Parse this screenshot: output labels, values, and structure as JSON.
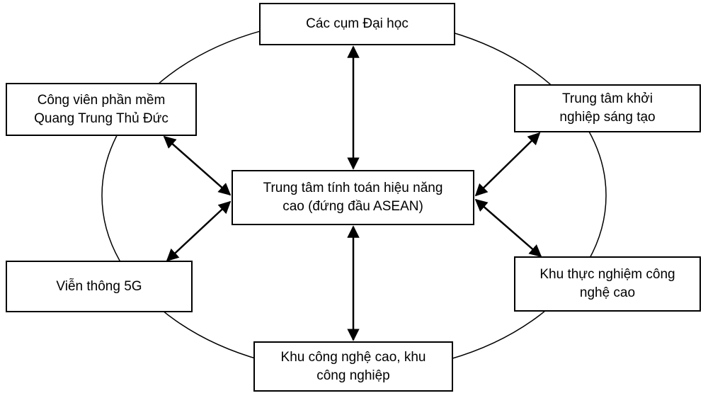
{
  "diagram": {
    "type": "hub-and-ring",
    "center": {
      "id": "center",
      "label": "Trung tâm tính toán hiệu năng\ncao (đứng đầu ASEAN)"
    },
    "nodes": [
      {
        "id": "top",
        "label": "Các cụm Đại học"
      },
      {
        "id": "tl",
        "label": "Công viên phần mềm\nQuang Trung Thủ Đức"
      },
      {
        "id": "tr",
        "label": "Trung tâm khởi\nnghiệp sáng tạo"
      },
      {
        "id": "bl",
        "label": "Viễn thông 5G"
      },
      {
        "id": "br",
        "label": "Khu thực nghiệm công\nnghệ cao"
      },
      {
        "id": "bot",
        "label": "Khu công nghệ cao, khu\ncông nghiệp"
      }
    ],
    "edges": [
      {
        "from": "center",
        "to": "top",
        "direction": "bidirectional"
      },
      {
        "from": "center",
        "to": "tl",
        "direction": "bidirectional"
      },
      {
        "from": "center",
        "to": "tr",
        "direction": "bidirectional"
      },
      {
        "from": "center",
        "to": "bl",
        "direction": "bidirectional"
      },
      {
        "from": "center",
        "to": "br",
        "direction": "bidirectional"
      },
      {
        "from": "center",
        "to": "bot",
        "direction": "bidirectional"
      }
    ],
    "ring": "ellipse connecting all outer nodes"
  }
}
